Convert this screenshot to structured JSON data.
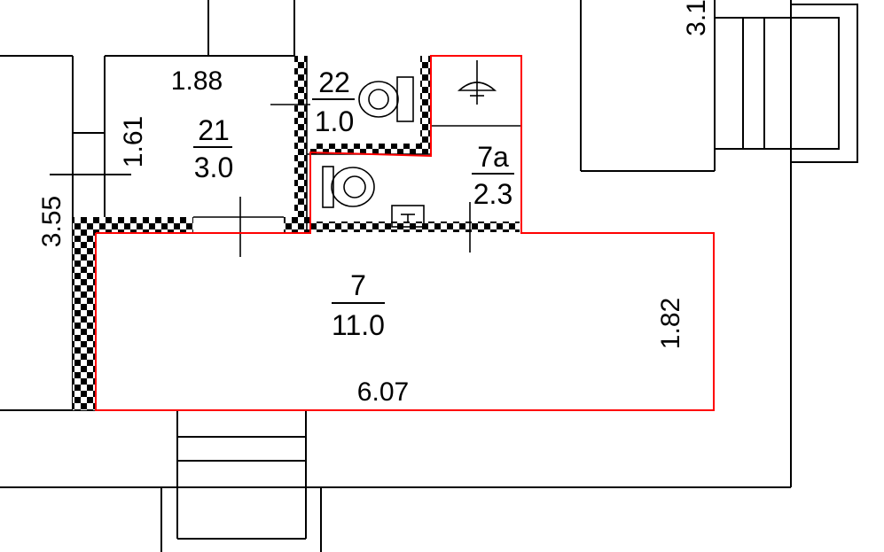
{
  "dimensions": {
    "width_1_88": "1.88",
    "height_1_61": "1.61",
    "height_3_55": "3.55",
    "width_6_07": "6.07",
    "height_1_82": "1.82",
    "partial_3_1": "3.1"
  },
  "rooms": [
    {
      "number": "21",
      "area": "3.0"
    },
    {
      "number": "22",
      "area": "1.0"
    },
    {
      "number": "7a",
      "area": "2.3"
    },
    {
      "number": "7",
      "area": "11.0"
    }
  ],
  "colors": {
    "wall": "#000000",
    "highlight_outline": "#ff0000",
    "background": "#ffffff"
  },
  "icons": [
    "toilet-icon",
    "sink-icon",
    "lamp-icon"
  ]
}
